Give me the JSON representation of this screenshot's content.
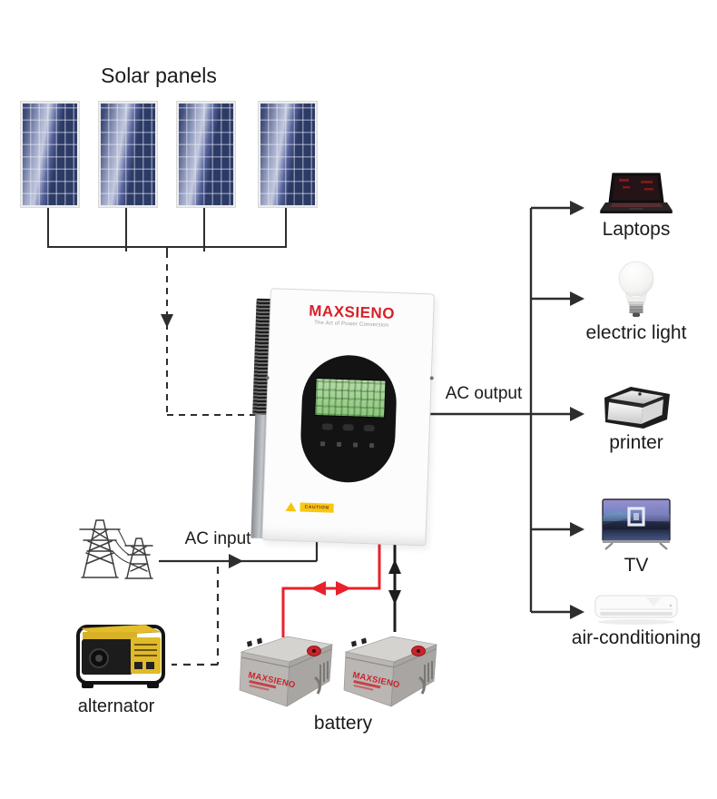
{
  "title": "Solar panels",
  "labels": {
    "ac_input": "AC input",
    "ac_output": "AC output",
    "alternator": "alternator",
    "battery": "battery"
  },
  "inverter": {
    "brand": "MAXSIENO",
    "tagline": "The Art of Power Conversion",
    "caution": "CAUTION"
  },
  "battery_brand": "MAXSIENO",
  "outputs": [
    {
      "label": "Laptops"
    },
    {
      "label": "electric light"
    },
    {
      "label": "printer"
    },
    {
      "label": "TV"
    },
    {
      "label": "air-conditioning"
    }
  ],
  "colors": {
    "wire_black": "#2e2e2e",
    "wire_red": "#e8212b",
    "brand_red": "#d91f28",
    "panel_blue": "#2c3a66",
    "lcd_green": "#9cd18c",
    "caution_yellow": "#f6c90f"
  }
}
